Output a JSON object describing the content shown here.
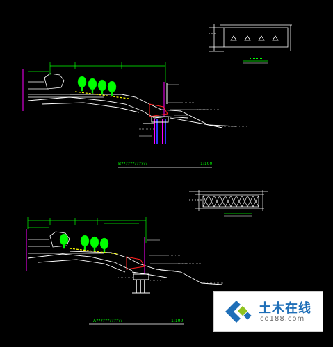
{
  "upper_section": {
    "title": "B????????????",
    "scale": "1:100"
  },
  "lower_section": {
    "title": "A????????????",
    "scale": "1:100"
  },
  "watermark": {
    "brand": "土木在线",
    "domain": "co188.com"
  },
  "colors": {
    "background": "#000000",
    "line": "#ffffff",
    "dimension": "#00ff00",
    "tree": "#00ff00",
    "pile": "#ff00ff",
    "pile_blue": "#3333ff",
    "accent_red": "#ff2020",
    "accent_yellow": "#ffff00",
    "accent_cyan": "#00ffff"
  }
}
